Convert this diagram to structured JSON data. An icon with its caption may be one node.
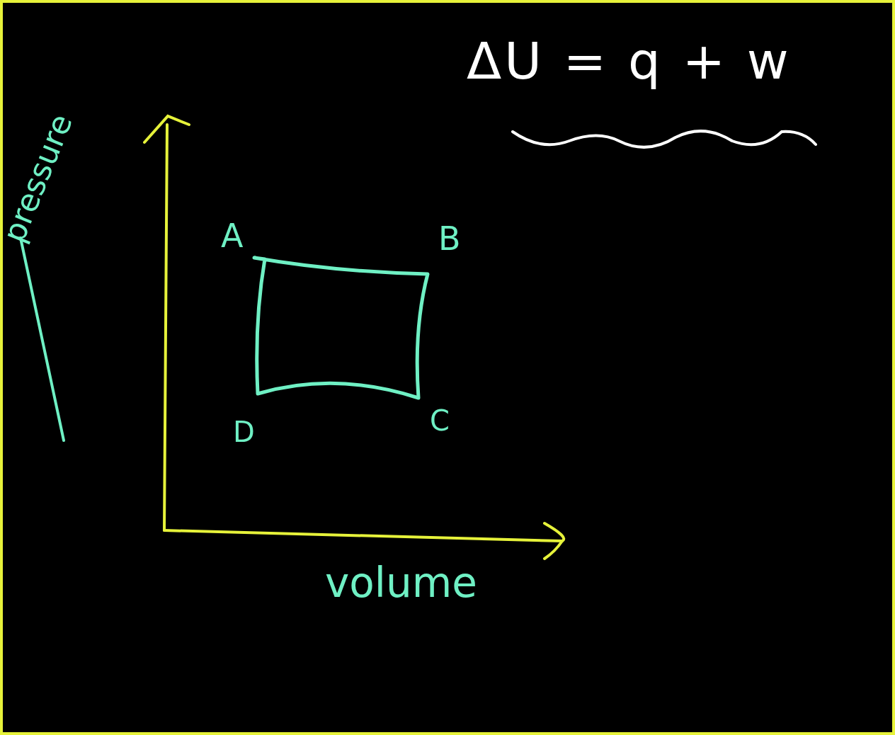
{
  "diagram": {
    "title": "ΔU = q + w",
    "nodes": [
      {
        "text": [],
        "shape": "box"
      }
    ],
    "labels": [
      "A",
      "B",
      "pressure",
      "D",
      "C",
      "volume"
    ]
  }
}
